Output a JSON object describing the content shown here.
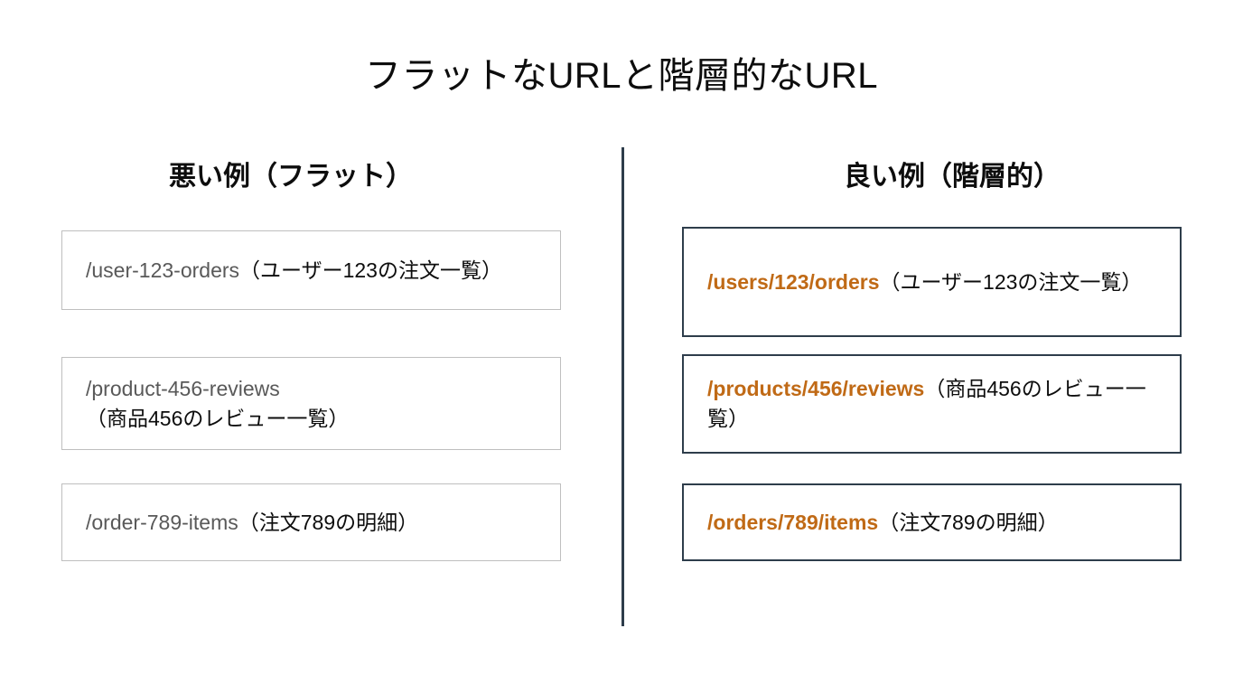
{
  "slide": {
    "title": "フラットなURLと階層的なURL",
    "background_color": "#ffffff",
    "divider_color": "#2e3d4b"
  },
  "colors": {
    "flat_path_text": "#595959",
    "hierarchical_path_text": "#c06a16",
    "description_text": "#0d0d0d",
    "bad_box_border": "#bfbfbf",
    "good_box_border": "#2e3d4b"
  },
  "left_column": {
    "header": "悪い例（フラット）",
    "items": [
      {
        "path": "/user-123-orders",
        "description": "（ユーザー123の注文一覧）"
      },
      {
        "path": "/product-456-reviews",
        "description": "（商品456のレビュー一覧）"
      },
      {
        "path": "/order-789-items",
        "description": "（注文789の明細）"
      }
    ]
  },
  "right_column": {
    "header": "良い例（階層的）",
    "items": [
      {
        "path": "/users/123/orders",
        "description": "（ユーザー123の注文一覧）"
      },
      {
        "path": "/products/456/reviews",
        "description": "（商品456のレビュー一覧）"
      },
      {
        "path": "/orders/789/items",
        "description": "（注文789の明細）"
      }
    ]
  }
}
